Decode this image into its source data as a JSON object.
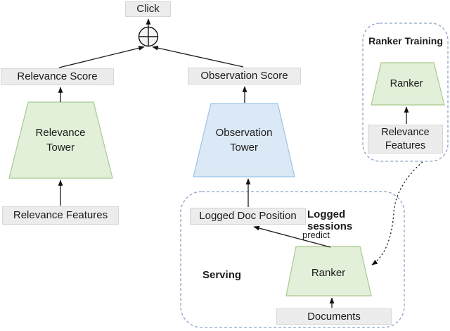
{
  "colors": {
    "tower_green_fill": "#e2efd9",
    "tower_green_border": "#a9ca8d",
    "tower_blue_fill": "#dbe9f6",
    "tower_blue_border": "#9dc3e6",
    "box_gray_fill": "#ececec",
    "box_gray_border": "#d6d6d6",
    "panel_dash_color": "#8ca3c7",
    "arrow_color": "#1a1a1a"
  },
  "main_model": {
    "click": "Click",
    "combine_symbol": "plus-in-circle",
    "relevance_score": "Relevance Score",
    "observation_score": "Observation Score",
    "relevance_tower": {
      "line1": "Relevance",
      "line2": "Tower"
    },
    "observation_tower": {
      "line1": "Observation",
      "line2": "Tower"
    },
    "relevance_features": "Relevance Features"
  },
  "ranker_training_panel": {
    "title": "Ranker Training",
    "ranker": "Ranker",
    "relevance_features": {
      "line1": "Relevance",
      "line2": "Features"
    }
  },
  "serving_panel": {
    "logged_sessions_label": "Logged sessions",
    "serving_label": "Serving",
    "logged_doc_position": "Logged Doc Position",
    "predict_label": "predict",
    "ranker": "Ranker",
    "documents": "Documents"
  }
}
